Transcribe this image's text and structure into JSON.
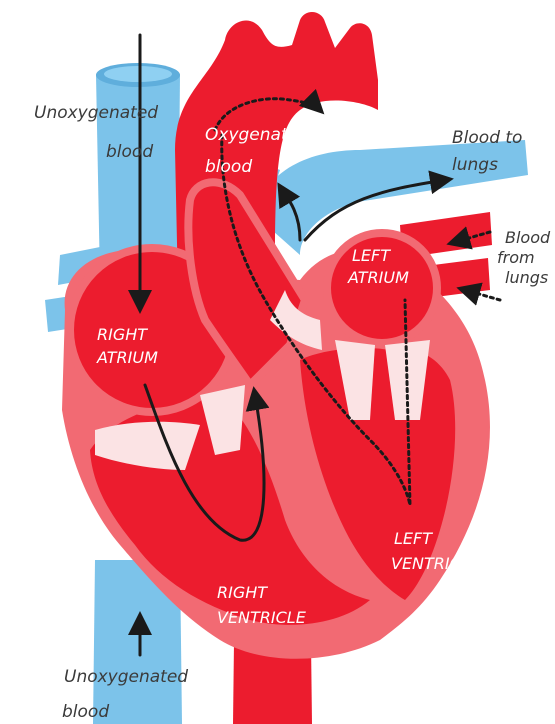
{
  "colors": {
    "vessel_blue": "#7cc3ea",
    "vessel_blue_dark": "#5faedc",
    "heart_red": "#ec1c2e",
    "heart_pink": "#f26a73",
    "valve_white": "#fbe3e4",
    "arrow": "#1a1a1a",
    "label_dark": "#3b3b3b",
    "label_light": "#ffffff"
  },
  "labels": {
    "unox_top_1": "Unoxygenated",
    "unox_top_2": "blood",
    "oxy_1": "Oxygenated",
    "oxy_2": "blood",
    "to_lungs_1": "Blood to",
    "to_lungs_2": "lungs",
    "from_lungs_1": "Blood",
    "from_lungs_2": "from",
    "from_lungs_3": "lungs",
    "left_atrium_1": "LEFT",
    "left_atrium_2": "ATRIUM",
    "right_atrium_1": "RIGHT",
    "right_atrium_2": "ATRIUM",
    "left_ventricle_1": "LEFT",
    "left_ventricle_2": "VENTRICLE",
    "right_ventricle_1": "RIGHT",
    "right_ventricle_2": "VENTRICLE",
    "unox_bottom_1": "Unoxygenated",
    "unox_bottom_2": "blood"
  }
}
